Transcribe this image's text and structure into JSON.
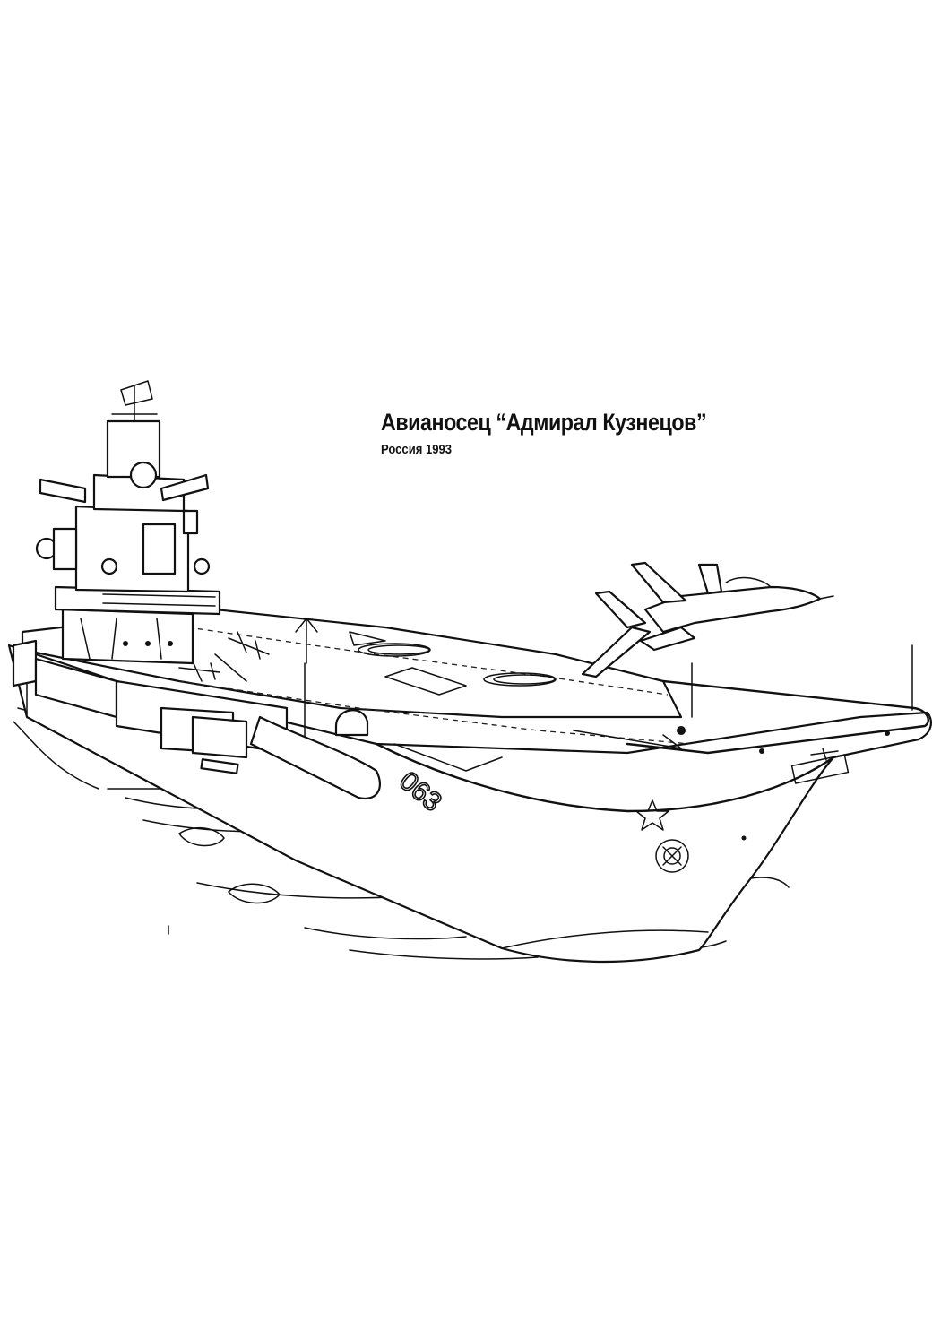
{
  "caption": {
    "title": "Авианосец “Адмирал Кузнецов”",
    "subtitle": "Россия 1993"
  },
  "artwork": {
    "subject": "carrier-ship-line-art",
    "hull_number": "063",
    "line_color": "#111111",
    "background_color": "#ffffff"
  }
}
